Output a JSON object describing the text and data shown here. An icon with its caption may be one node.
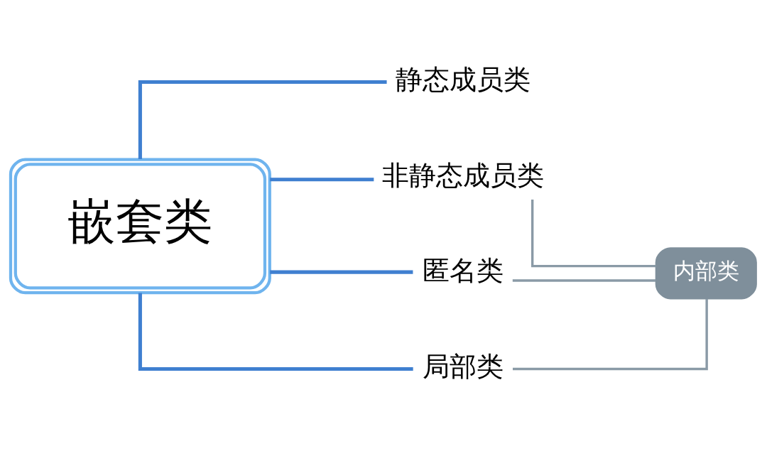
{
  "diagram": {
    "nodes": [
      {
        "text": [
          "嵌套类"
        ]
      },
      {
        "text": [
          "静态成员类"
        ]
      },
      {
        "text": [
          "非静态成员类"
        ]
      },
      {
        "text": [
          "匿名类"
        ]
      },
      {
        "text": [
          "局部类"
        ]
      },
      {
        "text": [
          "内部类"
        ]
      }
    ],
    "edges": [
      {
        "from": 0,
        "to": 1,
        "arrow": "none"
      },
      {
        "from": 0,
        "to": 2,
        "arrow": "none"
      },
      {
        "from": 0,
        "to": 3,
        "arrow": "none"
      },
      {
        "from": 0,
        "to": 4,
        "arrow": "none"
      },
      {
        "from": 2,
        "to": 5,
        "arrow": "none",
        "color": "#8a9aa6"
      },
      {
        "from": 3,
        "to": 5,
        "arrow": "none",
        "color": "#8a9aa6"
      },
      {
        "from": 4,
        "to": 5,
        "arrow": "none",
        "color": "#8a9aa6"
      }
    ]
  }
}
